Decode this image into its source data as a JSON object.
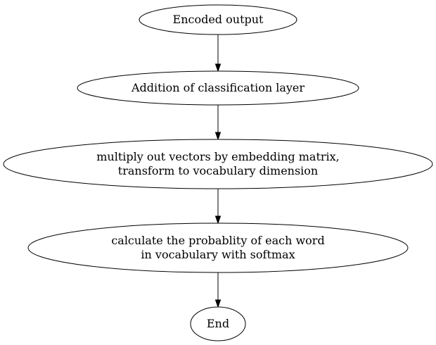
{
  "diagram": {
    "nodes": [
      {
        "id": "encoded",
        "lines": [
          "Encoded output"
        ]
      },
      {
        "id": "classification",
        "lines": [
          "Addition of classification layer"
        ]
      },
      {
        "id": "multiply",
        "lines": [
          "multiply out vectors by embedding matrix,",
          "transform to vocabulary dimension"
        ]
      },
      {
        "id": "softmax",
        "lines": [
          "calculate the probablity of each word",
          "in vocabulary with softmax"
        ]
      },
      {
        "id": "end",
        "lines": [
          "End"
        ]
      }
    ],
    "edges": [
      {
        "from": "encoded",
        "to": "classification"
      },
      {
        "from": "classification",
        "to": "multiply"
      },
      {
        "from": "multiply",
        "to": "softmax"
      },
      {
        "from": "softmax",
        "to": "end"
      }
    ]
  }
}
